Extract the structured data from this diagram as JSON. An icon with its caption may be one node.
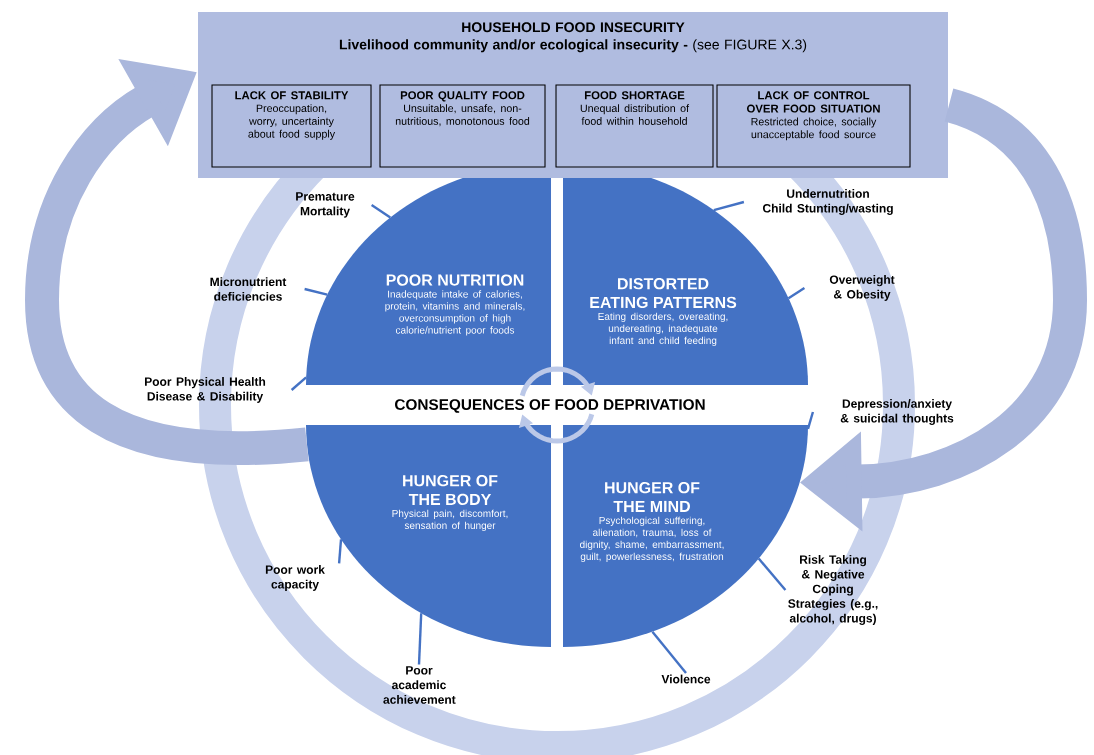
{
  "diagram": {
    "nodes": [
      {
        "text": [
          "HOUSEHOLD FOOD INSECURITY",
          "**Livelihood community and/or ecological insecurity -** (see FIGURE X.3)"
        ]
      },
      {
        "text": [
          "LACK OF STABILITY",
          "Preoccupation, worry, uncertainty about food supply"
        ],
        "in": 0
      },
      {
        "text": [
          "POOR QUALITY FOOD",
          "Unsuitable, unsafe, non-nutritious, monotonous food"
        ],
        "in": 0
      },
      {
        "text": [
          "FOOD SHORTAGE",
          "Unequal distribution of food within household"
        ],
        "in": 0
      },
      {
        "text": [
          "LACK OF CONTROL OVER FOOD SITUATION",
          "Restricted choice, socially unacceptable food source"
        ],
        "in": 0
      },
      {
        "text": [
          "POOR NUTRITION",
          "Inadequate intake of calories, protein, vitamins and minerals, overconsumption of high calorie/nutrient poor foods"
        ]
      },
      {
        "text": [
          "DISTORTED EATING PATTERNS",
          "Eating disorders, overeating, undereating, inadequate infant and child feeding"
        ]
      },
      {
        "text": [
          "HUNGER OF THE BODY",
          "Physical pain, discomfort, sensation of hunger"
        ]
      },
      {
        "text": [
          "HUNGER OF THE MIND",
          "Psychological suffering, alienation, trauma, loss of dignity, shame, embarrassment, guilt, powerlessness, frustration"
        ]
      },
      {
        "text": [
          "Premature Mortality"
        ]
      },
      {
        "text": [
          "Micronutrient deficiencies"
        ]
      },
      {
        "text": [
          "Poor Physical Health",
          "Disease & Disability"
        ]
      },
      {
        "text": [
          "Undernutrition",
          "Child Stunting/wasting"
        ]
      },
      {
        "text": [
          "Overweight & Obesity"
        ]
      },
      {
        "text": [
          "Depression/anxiety & suicidal thoughts"
        ]
      },
      {
        "text": [
          "Risk Taking & Negative Coping Strategies (e.g., alcohol, drugs)"
        ]
      },
      {
        "text": [
          "Violence"
        ]
      },
      {
        "text": [
          "Poor academic achievement"
        ]
      },
      {
        "text": [
          "Poor work capacity"
        ]
      }
    ],
    "edges": [
      {
        "from": 9,
        "to": 5,
        "arrow": "none"
      },
      {
        "from": 10,
        "to": 5,
        "arrow": "none"
      },
      {
        "from": 11,
        "to": 5,
        "arrow": "none"
      },
      {
        "from": 12,
        "to": 6,
        "arrow": "none"
      },
      {
        "from": 13,
        "to": 6,
        "arrow": "none"
      },
      {
        "from": 14,
        "to": 8,
        "arrow": "none"
      },
      {
        "from": 15,
        "to": 8,
        "arrow": "none"
      },
      {
        "from": 16,
        "to": 8,
        "arrow": "none"
      },
      {
        "from": 17,
        "to": 7,
        "arrow": "none"
      },
      {
        "from": 18,
        "to": 7,
        "arrow": "none"
      },
      {
        "from": 7,
        "to": 0,
        "arrow": "to",
        "style": "thick",
        "color": "#aab7dc"
      },
      {
        "from": 0,
        "to": 8,
        "arrow": "to",
        "style": "thick",
        "color": "#aab7dc"
      }
    ],
    "labels": [
      "CONSEQUENCES OF FOOD DEPRIVATION"
    ]
  }
}
